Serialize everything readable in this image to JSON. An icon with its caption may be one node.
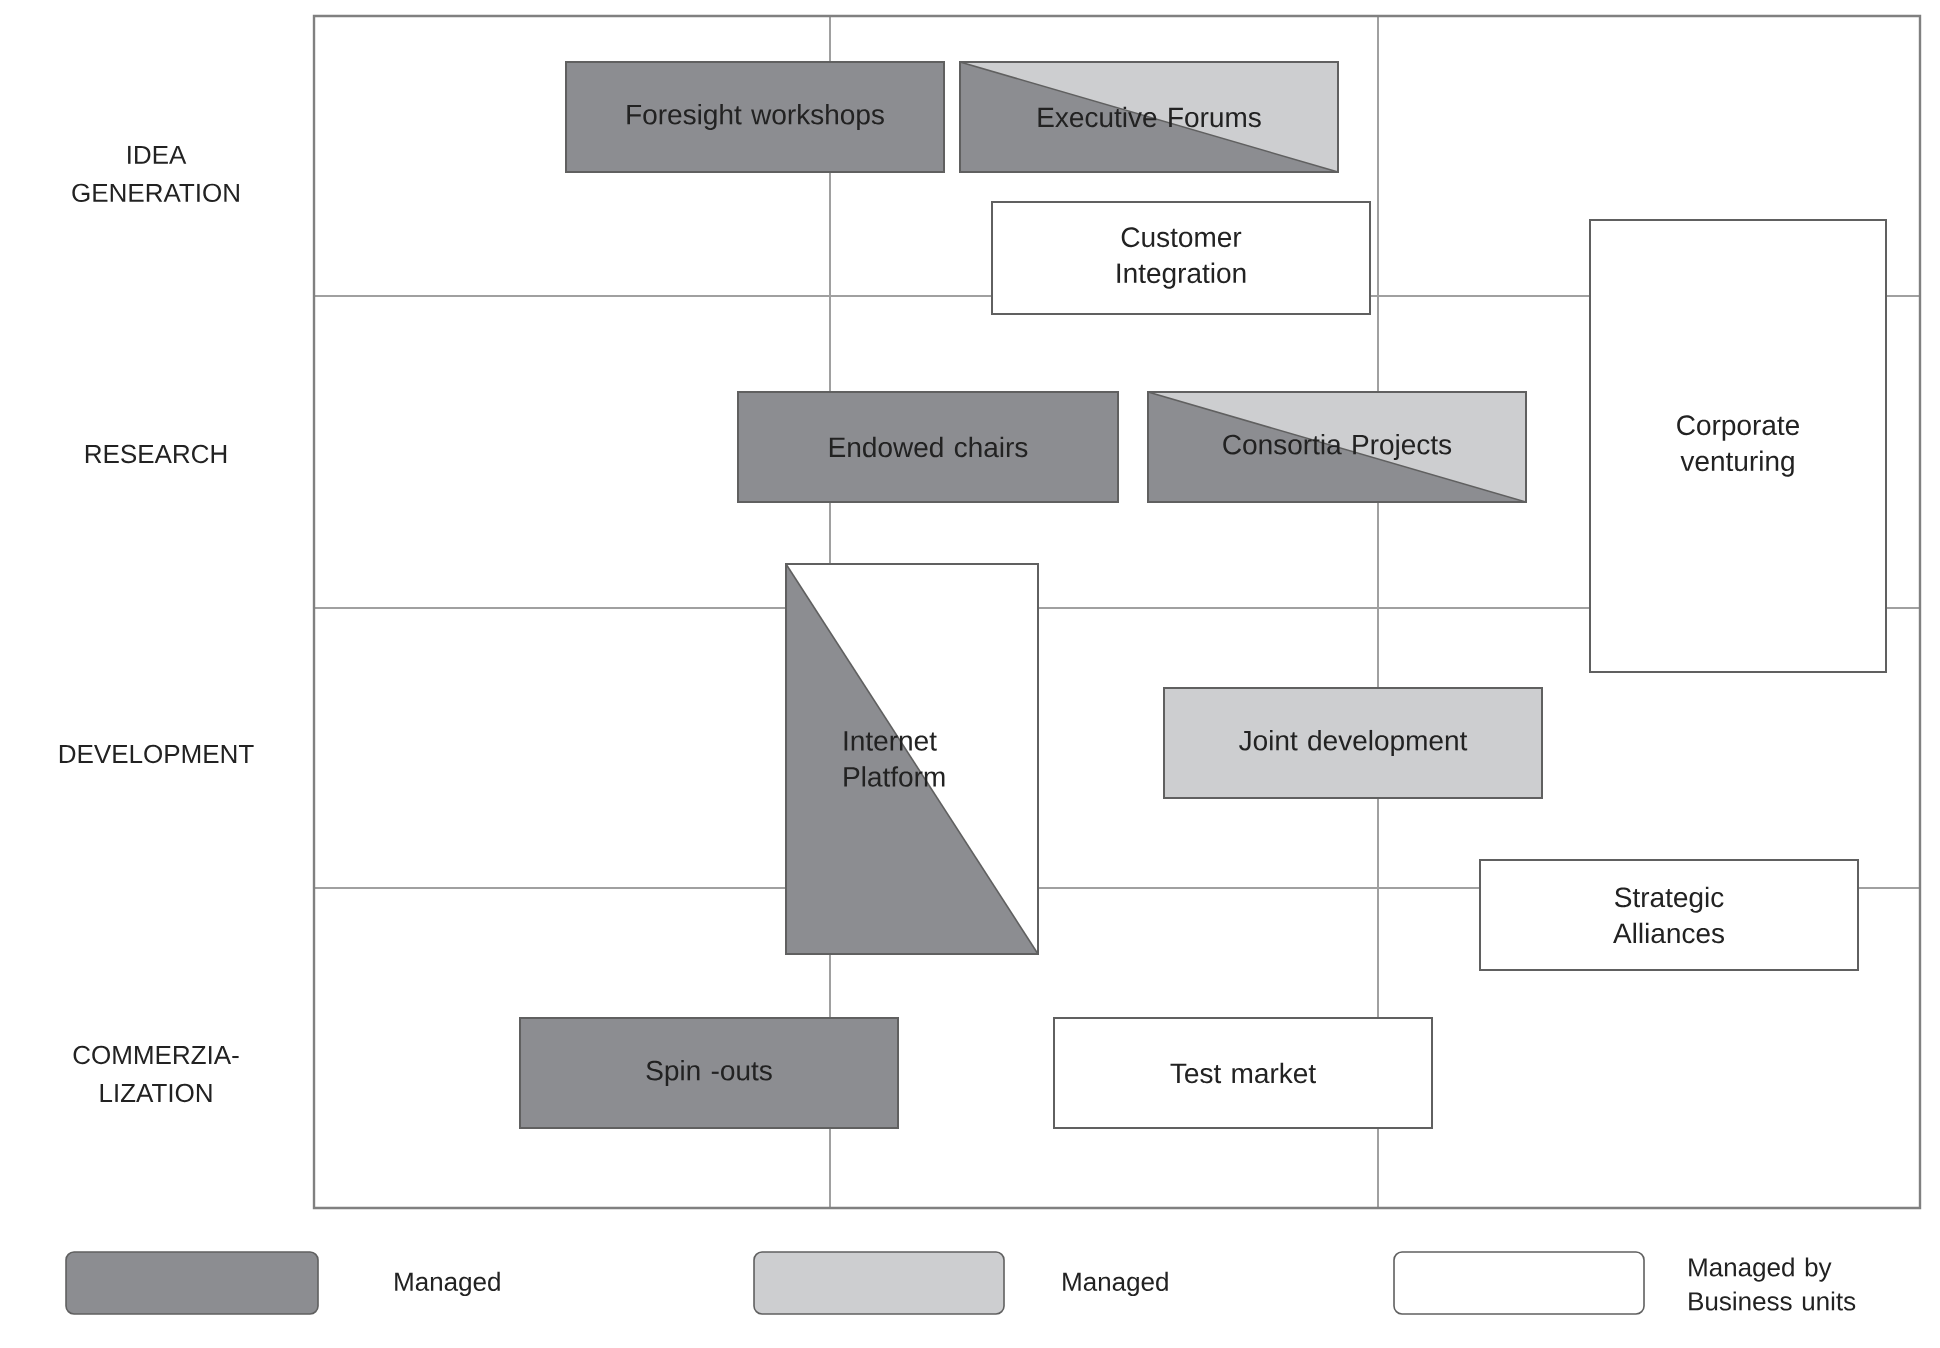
{
  "diagram": {
    "nodes": [
      {
        "text": [
          "Foresight workshops"
        ]
      },
      {
        "text": [
          "Executive Forums"
        ]
      },
      {
        "text": [
          "Customer Integration"
        ]
      },
      {
        "text": [
          "Endowed chairs"
        ]
      },
      {
        "text": [
          "Consortia Projects"
        ]
      },
      {
        "text": [
          "Corporate venturing"
        ]
      },
      {
        "text": [
          "Internet Platform"
        ]
      },
      {
        "text": [
          "Joint development"
        ]
      },
      {
        "text": [
          "Strategic Alliances"
        ]
      },
      {
        "text": [
          "Spin -outs"
        ]
      },
      {
        "text": [
          "Test market"
        ]
      }
    ],
    "labels": [
      "IDEA GENERATION",
      "RESEARCH",
      "DEVELOPMENT",
      "COMMERZIA- LIZATION"
    ],
    "legend": [
      {
        "text": "Managed",
        "color": "#8c8d91"
      },
      {
        "text": "Managed",
        "color": "#cdced0"
      },
      {
        "text": "Managed by Business units"
      }
    ]
  }
}
